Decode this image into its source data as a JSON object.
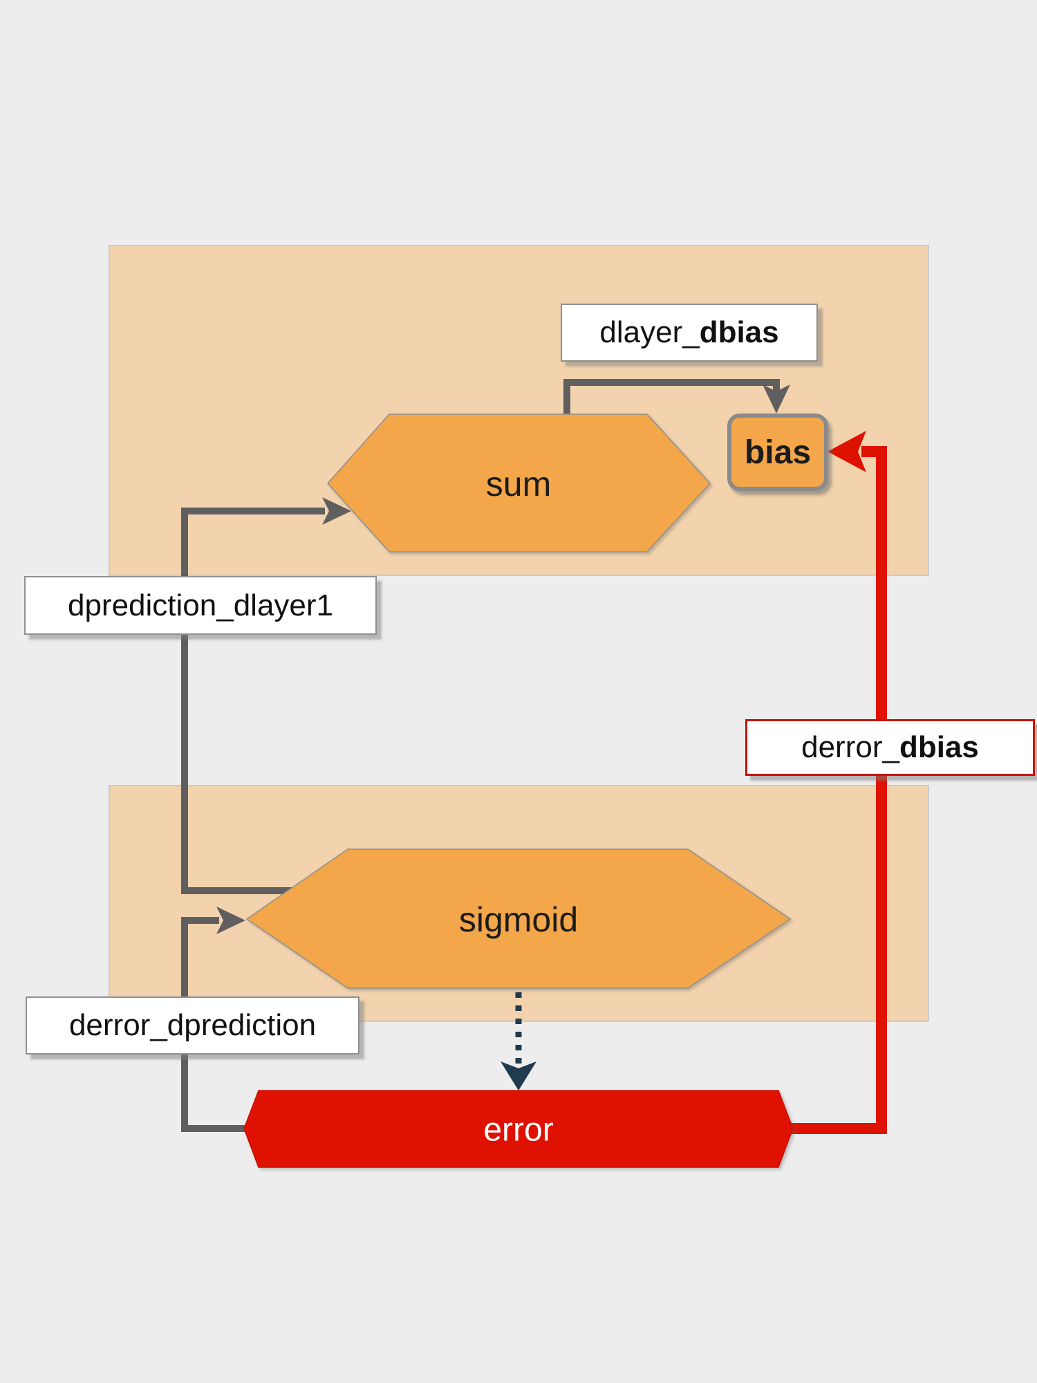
{
  "diagram": {
    "background_color": "#ededed",
    "panel_color": "#f2d3ad",
    "node_fill_color": "#f3a64a",
    "gray_edge_color": "#5f5f5f",
    "red_color": "#df1202",
    "navy_dotted_color": "#203a4e",
    "nodes": {
      "sum": {
        "label": "sum"
      },
      "bias": {
        "label": "bias"
      },
      "sigmoid": {
        "label": "sigmoid"
      },
      "error": {
        "label": "error"
      }
    },
    "edge_labels": {
      "dlayer_dbias": {
        "prefix": "dlayer_",
        "bold": "dbias"
      },
      "dprediction_dlayer1": {
        "text": "dprediction_dlayer1"
      },
      "derror_dprediction": {
        "text": "derror_dprediction"
      },
      "derror_dbias": {
        "prefix": "derror_",
        "bold": "dbias"
      }
    }
  }
}
